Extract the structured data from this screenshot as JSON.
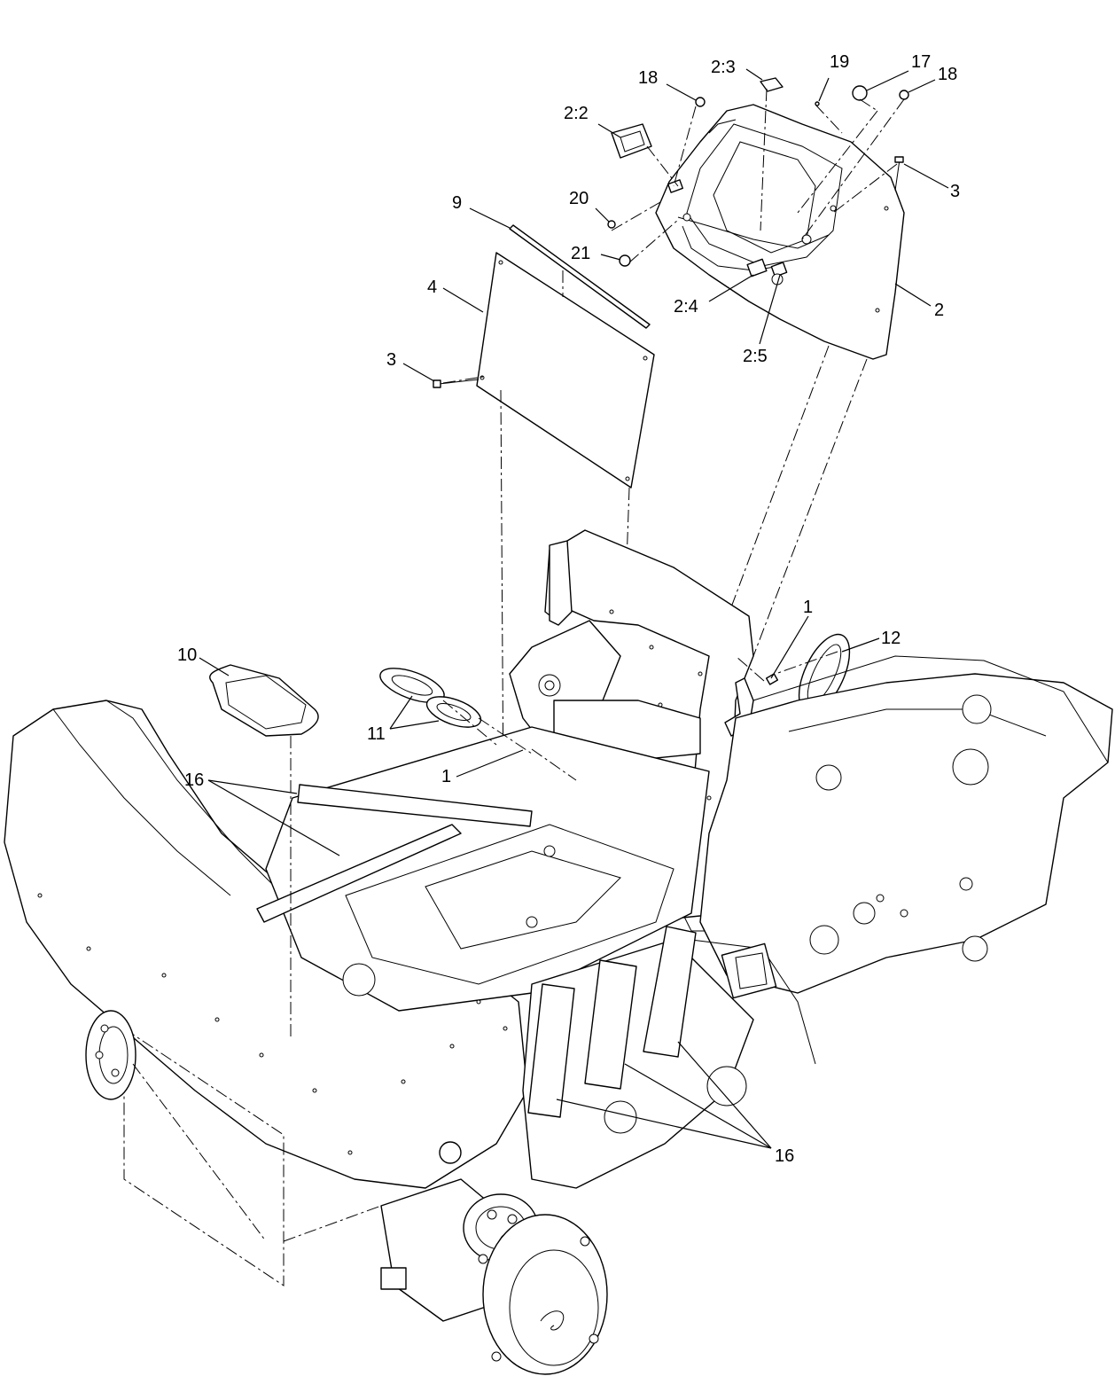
{
  "diagram": {
    "callouts": [
      {
        "id": "c-2-3",
        "text": "2:3"
      },
      {
        "id": "c-19",
        "text": "19"
      },
      {
        "id": "c-17",
        "text": "17"
      },
      {
        "id": "c-18a",
        "text": "18"
      },
      {
        "id": "c-18b",
        "text": "18"
      },
      {
        "id": "c-2-2",
        "text": "2:2"
      },
      {
        "id": "c-3a",
        "text": "3"
      },
      {
        "id": "c-20",
        "text": "20"
      },
      {
        "id": "c-9",
        "text": "9"
      },
      {
        "id": "c-21",
        "text": "21"
      },
      {
        "id": "c-4",
        "text": "4"
      },
      {
        "id": "c-2-4",
        "text": "2:4"
      },
      {
        "id": "c-2",
        "text": "2"
      },
      {
        "id": "c-2-5",
        "text": "2:5"
      },
      {
        "id": "c-3b",
        "text": "3"
      },
      {
        "id": "c-1a",
        "text": "1"
      },
      {
        "id": "c-12",
        "text": "12"
      },
      {
        "id": "c-10",
        "text": "10"
      },
      {
        "id": "c-11",
        "text": "11"
      },
      {
        "id": "c-1b",
        "text": "1"
      },
      {
        "id": "c-16a",
        "text": "16"
      },
      {
        "id": "c-16b",
        "text": "16"
      }
    ]
  }
}
